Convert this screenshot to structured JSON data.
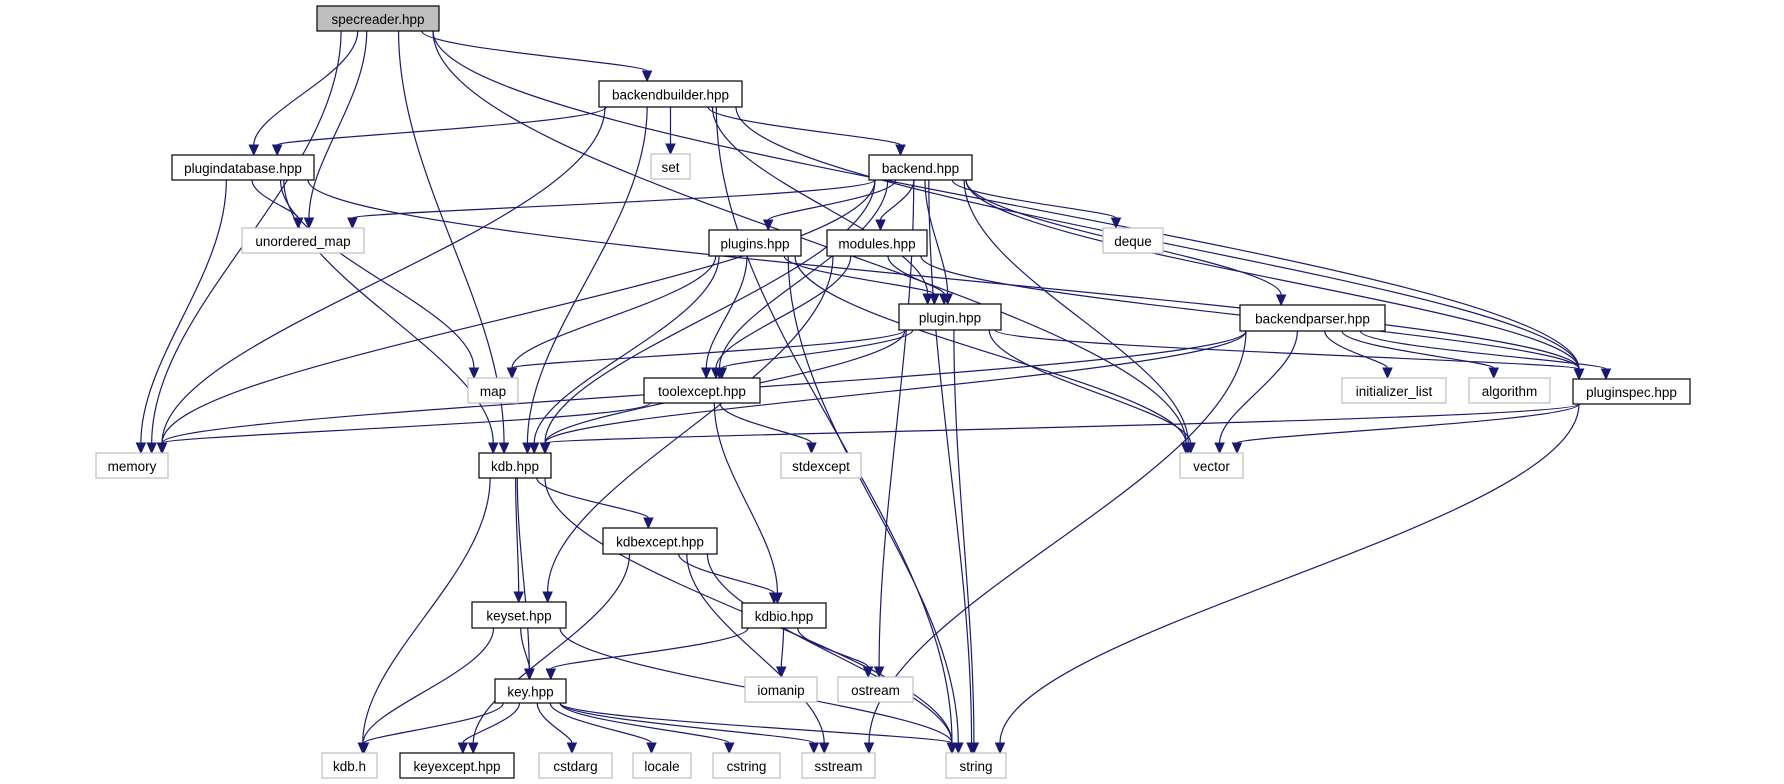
{
  "diagram": {
    "type": "include-dependency-graph",
    "edge_color": "#191970",
    "root_fill": "#bfbfbf",
    "external_border": "#bfbfbf",
    "internal_border": "#000000",
    "nodes": [
      {
        "id": "specreader",
        "label": "specreader.hpp",
        "kind": "root"
      },
      {
        "id": "backendbuilder",
        "label": "backendbuilder.hpp",
        "kind": "internal"
      },
      {
        "id": "set",
        "label": "set",
        "kind": "external"
      },
      {
        "id": "backend",
        "label": "backend.hpp",
        "kind": "internal"
      },
      {
        "id": "plugindatabase",
        "label": "plugindatabase.hpp",
        "kind": "internal"
      },
      {
        "id": "unordered_map",
        "label": "unordered_map",
        "kind": "external"
      },
      {
        "id": "deque",
        "label": "deque",
        "kind": "external"
      },
      {
        "id": "plugins",
        "label": "plugins.hpp",
        "kind": "internal"
      },
      {
        "id": "modules",
        "label": "modules.hpp",
        "kind": "internal"
      },
      {
        "id": "plugin",
        "label": "plugin.hpp",
        "kind": "internal"
      },
      {
        "id": "backendparser",
        "label": "backendparser.hpp",
        "kind": "internal"
      },
      {
        "id": "map",
        "label": "map",
        "kind": "external"
      },
      {
        "id": "toolexcept",
        "label": "toolexcept.hpp",
        "kind": "internal"
      },
      {
        "id": "initializer_list",
        "label": "initializer_list",
        "kind": "external"
      },
      {
        "id": "algorithm",
        "label": "algorithm",
        "kind": "external"
      },
      {
        "id": "pluginspec",
        "label": "pluginspec.hpp",
        "kind": "internal"
      },
      {
        "id": "memory",
        "label": "memory",
        "kind": "external"
      },
      {
        "id": "kdb",
        "label": "kdb.hpp",
        "kind": "internal"
      },
      {
        "id": "stdexcept",
        "label": "stdexcept",
        "kind": "external"
      },
      {
        "id": "vector",
        "label": "vector",
        "kind": "external"
      },
      {
        "id": "kdbexcept",
        "label": "kdbexcept.hpp",
        "kind": "internal"
      },
      {
        "id": "keyset",
        "label": "keyset.hpp",
        "kind": "internal"
      },
      {
        "id": "kdbio",
        "label": "kdbio.hpp",
        "kind": "internal"
      },
      {
        "id": "key",
        "label": "key.hpp",
        "kind": "internal"
      },
      {
        "id": "iomanip",
        "label": "iomanip",
        "kind": "external"
      },
      {
        "id": "ostream",
        "label": "ostream",
        "kind": "external"
      },
      {
        "id": "kdbh",
        "label": "kdb.h",
        "kind": "external"
      },
      {
        "id": "keyexcept",
        "label": "keyexcept.hpp",
        "kind": "internal"
      },
      {
        "id": "cstdarg",
        "label": "cstdarg",
        "kind": "external"
      },
      {
        "id": "locale",
        "label": "locale",
        "kind": "external"
      },
      {
        "id": "cstring",
        "label": "cstring",
        "kind": "external"
      },
      {
        "id": "sstream",
        "label": "sstream",
        "kind": "external"
      },
      {
        "id": "string",
        "label": "string",
        "kind": "external"
      }
    ],
    "edges": [
      [
        "specreader",
        "memory"
      ],
      [
        "specreader",
        "plugindatabase"
      ],
      [
        "specreader",
        "unordered_map"
      ],
      [
        "specreader",
        "kdb"
      ],
      [
        "specreader",
        "backendbuilder"
      ],
      [
        "specreader",
        "pluginspec"
      ],
      [
        "specreader",
        "vector"
      ],
      [
        "backendbuilder",
        "memory"
      ],
      [
        "backendbuilder",
        "plugindatabase"
      ],
      [
        "backendbuilder",
        "kdb"
      ],
      [
        "backendbuilder",
        "set"
      ],
      [
        "backendbuilder",
        "backend"
      ],
      [
        "backendbuilder",
        "plugin"
      ],
      [
        "backendbuilder",
        "pluginspec"
      ],
      [
        "backendbuilder",
        "string"
      ],
      [
        "plugindatabase",
        "memory"
      ],
      [
        "plugindatabase",
        "unordered_map"
      ],
      [
        "plugindatabase",
        "map"
      ],
      [
        "plugindatabase",
        "kdb"
      ],
      [
        "plugindatabase",
        "pluginspec"
      ],
      [
        "backend",
        "unordered_map"
      ],
      [
        "backend",
        "memory"
      ],
      [
        "backend",
        "kdb"
      ],
      [
        "backend",
        "toolexcept"
      ],
      [
        "backend",
        "plugins"
      ],
      [
        "backend",
        "modules"
      ],
      [
        "backend",
        "plugin"
      ],
      [
        "backend",
        "ostream"
      ],
      [
        "backend",
        "deque"
      ],
      [
        "backend",
        "vector"
      ],
      [
        "backend",
        "backendparser"
      ],
      [
        "backend",
        "pluginspec"
      ],
      [
        "backend",
        "string"
      ],
      [
        "plugins",
        "map"
      ],
      [
        "plugins",
        "kdb"
      ],
      [
        "plugins",
        "toolexcept"
      ],
      [
        "plugins",
        "plugin"
      ],
      [
        "plugins",
        "string"
      ],
      [
        "plugins",
        "vector"
      ],
      [
        "modules",
        "keyset"
      ],
      [
        "modules",
        "toolexcept"
      ],
      [
        "modules",
        "plugin"
      ],
      [
        "modules",
        "pluginspec"
      ],
      [
        "plugin",
        "map"
      ],
      [
        "plugin",
        "toolexcept"
      ],
      [
        "plugin",
        "kdb"
      ],
      [
        "plugin",
        "vector"
      ],
      [
        "plugin",
        "pluginspec"
      ],
      [
        "plugin",
        "string"
      ],
      [
        "backendparser",
        "memory"
      ],
      [
        "backendparser",
        "kdb"
      ],
      [
        "backendparser",
        "initializer_list"
      ],
      [
        "backendparser",
        "algorithm"
      ],
      [
        "backendparser",
        "pluginspec"
      ],
      [
        "backendparser",
        "vector"
      ],
      [
        "backendparser",
        "sstream"
      ],
      [
        "toolexcept",
        "memory"
      ],
      [
        "toolexcept",
        "stdexcept"
      ],
      [
        "toolexcept",
        "kdbio"
      ],
      [
        "pluginspec",
        "kdb"
      ],
      [
        "pluginspec",
        "vector"
      ],
      [
        "pluginspec",
        "string"
      ],
      [
        "kdb",
        "kdbexcept"
      ],
      [
        "kdb",
        "keyset"
      ],
      [
        "kdb",
        "key"
      ],
      [
        "kdb",
        "kdbh"
      ],
      [
        "kdb",
        "string"
      ],
      [
        "kdbexcept",
        "kdbio"
      ],
      [
        "kdbexcept",
        "keyexcept"
      ],
      [
        "kdbexcept",
        "sstream"
      ],
      [
        "kdbexcept",
        "string"
      ],
      [
        "keyset",
        "key"
      ],
      [
        "keyset",
        "kdbh"
      ],
      [
        "keyset",
        "string"
      ],
      [
        "kdbio",
        "key"
      ],
      [
        "kdbio",
        "iomanip"
      ],
      [
        "kdbio",
        "ostream"
      ],
      [
        "key",
        "kdbh"
      ],
      [
        "key",
        "keyexcept"
      ],
      [
        "key",
        "cstdarg"
      ],
      [
        "key",
        "locale"
      ],
      [
        "key",
        "cstring"
      ],
      [
        "key",
        "sstream"
      ],
      [
        "key",
        "string"
      ]
    ]
  }
}
